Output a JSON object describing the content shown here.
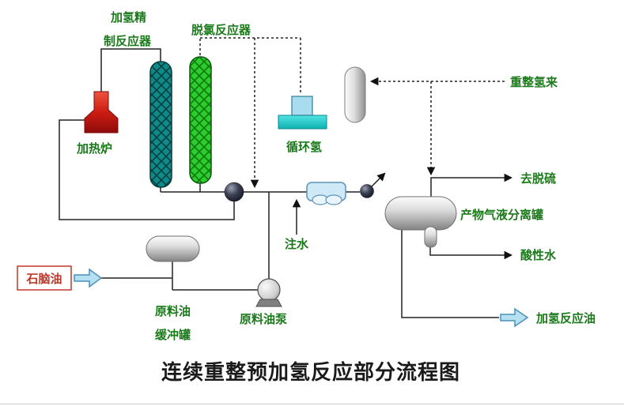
{
  "diagram": {
    "title": "连续重整预加氢反应部分流程图",
    "labels": {
      "hydrofining_line1": "加氢精",
      "hydrofining_line2": "制反应器",
      "dechlorination_reactor": "脱氯反应器",
      "furnace": "加热炉",
      "recycle_hydrogen": "循环氢",
      "reformer_hydrogen": "重整氢来",
      "to_desulfurization": "去脱硫",
      "separator_drum": "产物气液分离罐",
      "sour_water": "酸性水",
      "hydrogenation_oil": "加氢反应油",
      "water_injection": "注水",
      "naphtha": "石脑油",
      "buffer_drum_line1": "原料油",
      "buffer_drum_line2": "缓冲罐",
      "feed_pump": "原料油泵"
    },
    "colors": {
      "label_green": "#1a7a1a",
      "naphtha_red": "#c0392b",
      "title_black": "#1a1a1a",
      "reactor_teal": "#0f8a8a",
      "reactor_green": "#2ecc2e",
      "furnace_red": "#c01010",
      "compressor_cyan": "#1fc9c9",
      "exchanger_blue": "#cfe9f7",
      "flow_arrow_blue": "#b5e0f2"
    }
  }
}
